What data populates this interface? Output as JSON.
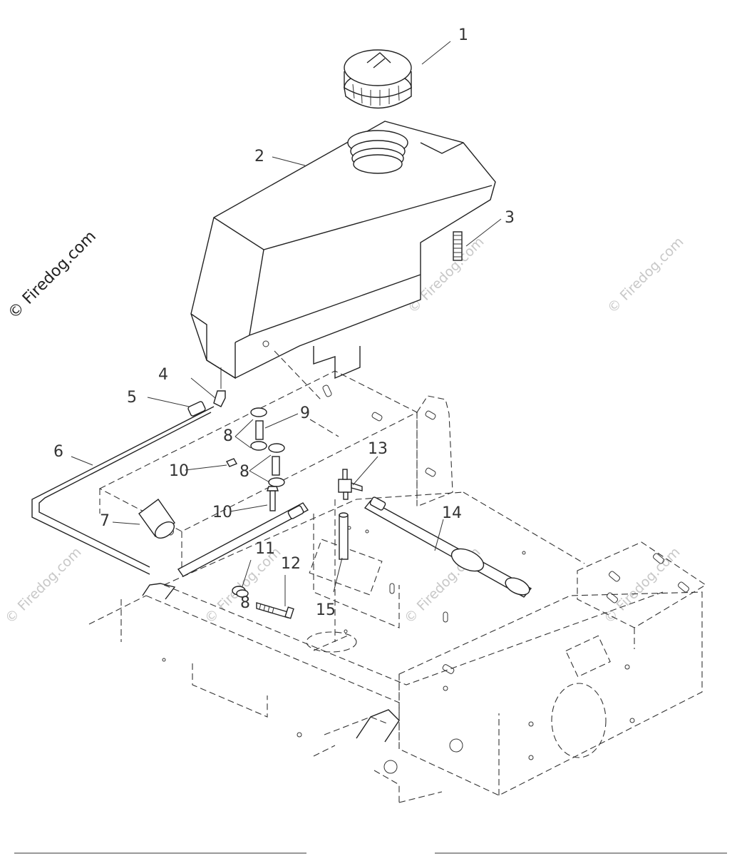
{
  "watermark": {
    "main_text": "© Firedog.com",
    "tile_text": "© Firedog.com",
    "main_color": "#222222",
    "tile_color": "#c8c8c8"
  },
  "callouts": [
    {
      "id": "c1",
      "label": "1"
    },
    {
      "id": "c2",
      "label": "2"
    },
    {
      "id": "c3",
      "label": "3"
    },
    {
      "id": "c4",
      "label": "4"
    },
    {
      "id": "c5",
      "label": "5"
    },
    {
      "id": "c6",
      "label": "6"
    },
    {
      "id": "c7",
      "label": "7"
    },
    {
      "id": "c8a",
      "label": "8"
    },
    {
      "id": "c8b",
      "label": "8"
    },
    {
      "id": "c8c",
      "label": "8"
    },
    {
      "id": "c9",
      "label": "9"
    },
    {
      "id": "c10a",
      "label": "10"
    },
    {
      "id": "c10b",
      "label": "10"
    },
    {
      "id": "c11",
      "label": "11"
    },
    {
      "id": "c12",
      "label": "12"
    },
    {
      "id": "c13",
      "label": "13"
    },
    {
      "id": "c14",
      "label": "14"
    },
    {
      "id": "c15",
      "label": "15"
    }
  ],
  "parts": [
    {
      "number": "1",
      "name": "fuel cap"
    },
    {
      "number": "2",
      "name": "fuel tank"
    },
    {
      "number": "3",
      "name": "stud"
    },
    {
      "number": "4",
      "name": "elbow fitting"
    },
    {
      "number": "5",
      "name": "hose clamp"
    },
    {
      "number": "6",
      "name": "fuel line"
    },
    {
      "number": "7",
      "name": "fuel filter"
    },
    {
      "number": "8",
      "name": "washer"
    },
    {
      "number": "9",
      "name": "spacer"
    },
    {
      "number": "10",
      "name": "nut / bolt"
    },
    {
      "number": "11",
      "name": "lock washer"
    },
    {
      "number": "12",
      "name": "bolt"
    },
    {
      "number": "13",
      "name": "shut-off valve"
    },
    {
      "number": "14",
      "name": "fuel line"
    },
    {
      "number": "15",
      "name": "tube"
    }
  ]
}
